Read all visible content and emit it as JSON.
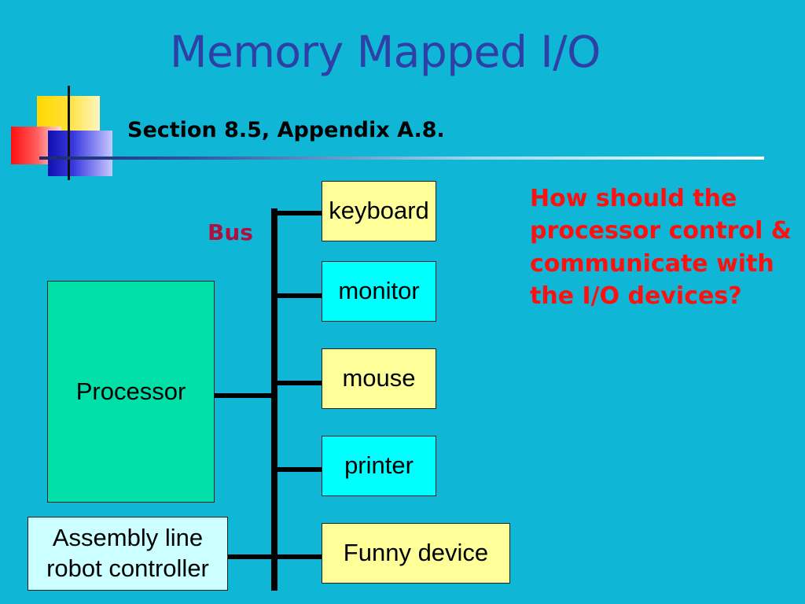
{
  "slide": {
    "title": "Memory Mapped I/O",
    "subtitle": "Section 8.5, Appendix A.8.",
    "question": "How should the processor control & communicate with the I/O devices?"
  },
  "diagram": {
    "bus_label": "Bus",
    "processor_label": "Processor",
    "controller_label": "Assembly line robot controller",
    "devices": [
      {
        "label": "keyboard",
        "color": "#ffff99"
      },
      {
        "label": "monitor",
        "color": "#00ffff"
      },
      {
        "label": "mouse",
        "color": "#ffff99"
      },
      {
        "label": "printer",
        "color": "#00ffff"
      },
      {
        "label": "Funny device",
        "color": "#ffff99"
      }
    ]
  },
  "colors": {
    "background": "#10b6d6",
    "title": "#2e3fa6",
    "question": "#ff1010",
    "bus_label": "#b01040",
    "processor_fill": "#00e0a8",
    "controller_fill": "#ccffff"
  }
}
